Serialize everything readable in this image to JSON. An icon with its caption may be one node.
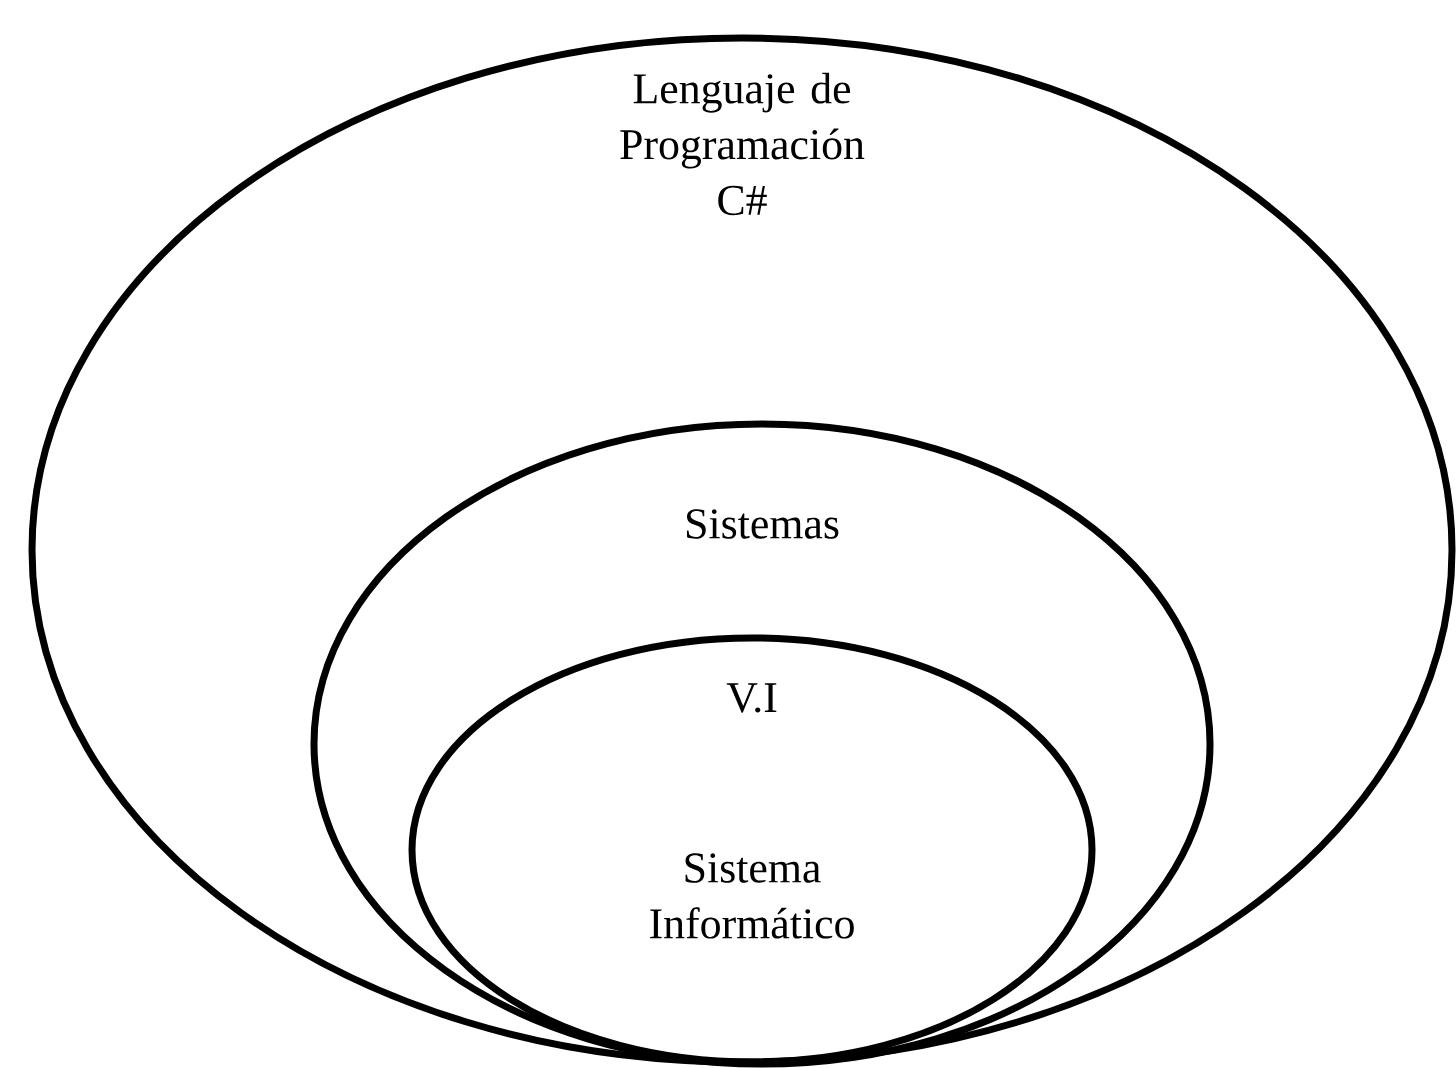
{
  "diagram": {
    "nodes": [
      {
        "text": [
          "Lenguaje de Programación C#"
        ]
      },
      {
        "text": [
          "Sistemas"
        ],
        "in": 0
      },
      {
        "text": [
          "V.I",
          "Sistema Informático"
        ],
        "in": 1
      }
    ]
  }
}
